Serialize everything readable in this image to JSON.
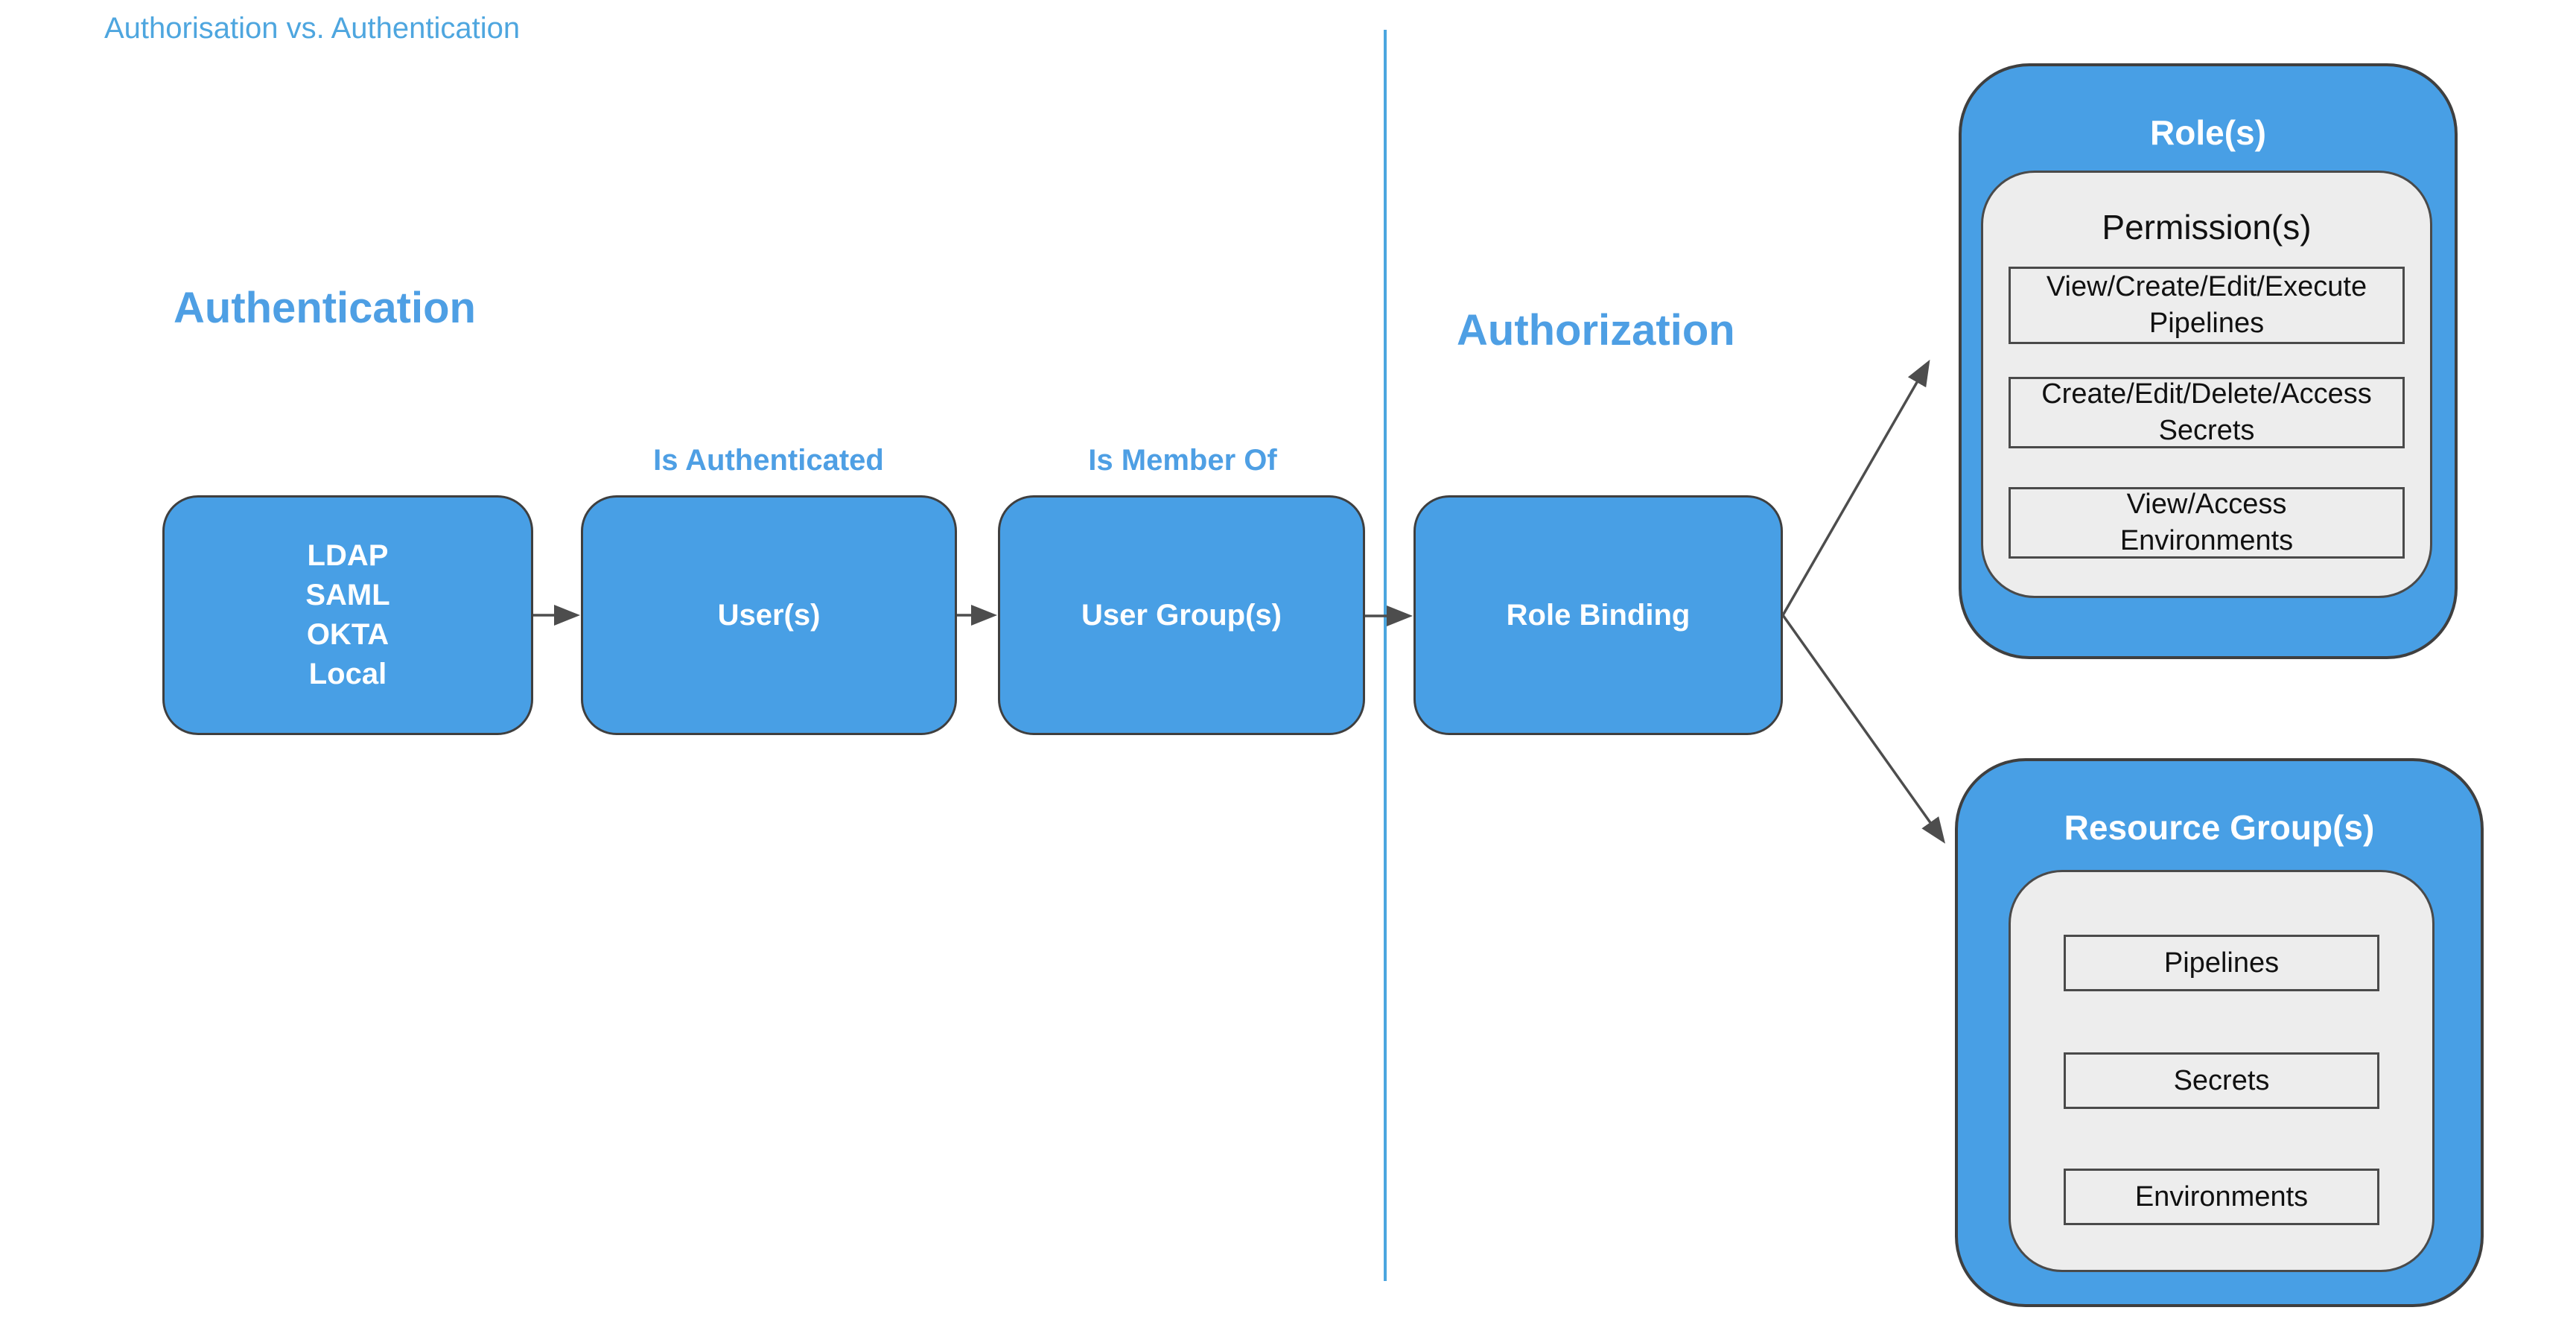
{
  "page": {
    "title": "Authorisation vs. Authentication"
  },
  "sections": {
    "authentication": {
      "label": "Authentication"
    },
    "authorization": {
      "label": "Authorization"
    }
  },
  "flow": {
    "identity_providers": {
      "lines": [
        "LDAP",
        "SAML",
        "OKTA",
        "Local"
      ]
    },
    "users": {
      "label": "User(s)",
      "annotation": "Is Authenticated"
    },
    "user_groups": {
      "label": "User Group(s)",
      "annotation": "Is Member Of"
    },
    "role_binding": {
      "label": "Role Binding"
    }
  },
  "roles": {
    "title": "Role(s)",
    "permissions": {
      "title": "Permission(s)",
      "items": [
        {
          "line1": "View/Create/Edit/Execute",
          "line2": "Pipelines"
        },
        {
          "line1": "Create/Edit/Delete/Access",
          "line2": "Secrets"
        },
        {
          "line1": "View/Access",
          "line2": "Environments"
        }
      ]
    }
  },
  "resource_groups": {
    "title": "Resource Group(s)",
    "items": [
      "Pipelines",
      "Secrets",
      "Environments"
    ]
  },
  "colors": {
    "box_blue": "#489FE5",
    "box_border": "#3F3F3F",
    "panel_gray": "#EDEDED",
    "panel_border": "#4A4A4A",
    "label_blue": "#4E9FE4",
    "title_blue": "#4EA6DF",
    "divider_blue": "#4BA6DF",
    "arrow_gray": "#4D4D4D",
    "box_text": "#FFFFFF",
    "panel_text": "#111111"
  }
}
